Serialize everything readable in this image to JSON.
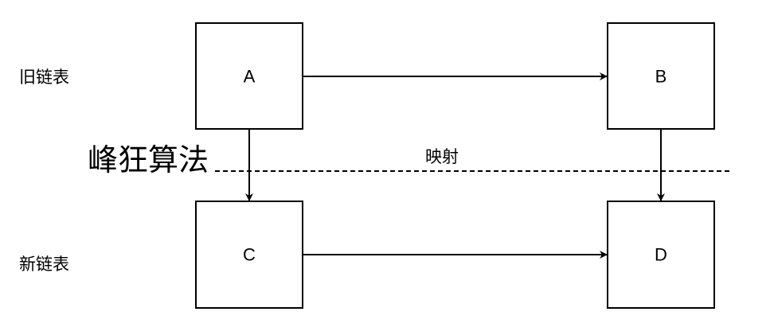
{
  "diagram": {
    "row_labels": {
      "old": "旧链表",
      "new": "新链表"
    },
    "nodes": {
      "a": "A",
      "b": "B",
      "c": "C",
      "d": "D"
    },
    "mapping_label": "映射",
    "watermark": "峰狂算法"
  }
}
